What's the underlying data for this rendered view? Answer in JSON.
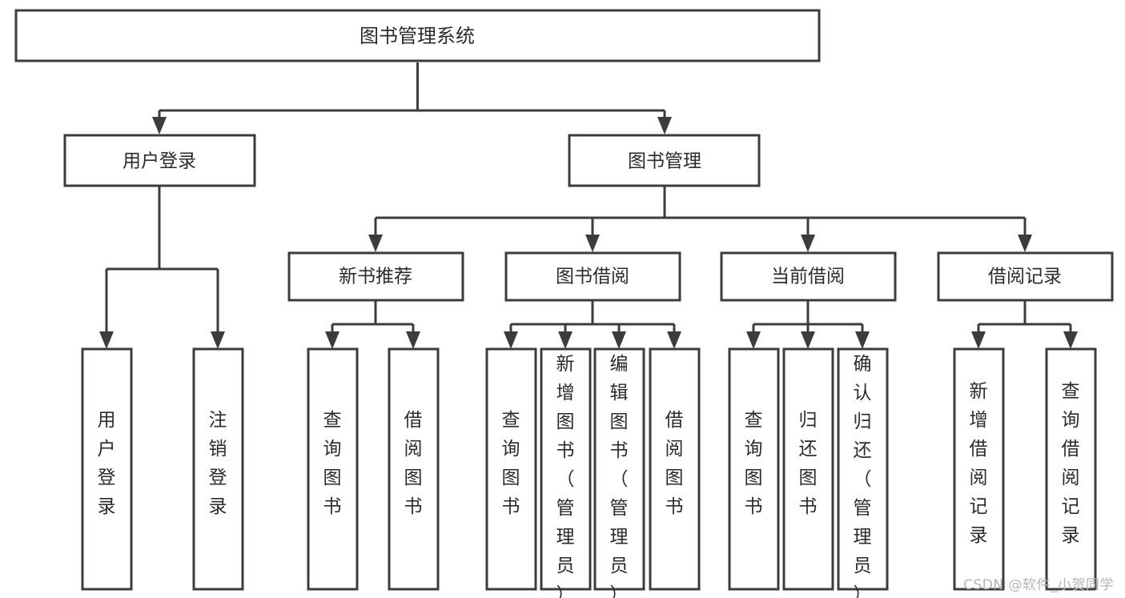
{
  "diagram": {
    "type": "tree",
    "title": "图书管理系统",
    "watermark": "CSDN @软件_小贺同学",
    "colors": {
      "stroke": "#3c3c3c",
      "fill": "#ffffff",
      "text": "#2b2b2b",
      "watermark": "#b4b4b4"
    },
    "tier1": {
      "root": {
        "id": "root",
        "label": "图书管理系统"
      }
    },
    "tier2": [
      {
        "id": "user-login",
        "label": "用户登录"
      },
      {
        "id": "book-manage",
        "label": "图书管理"
      }
    ],
    "tier3": [
      {
        "id": "new-book-rec",
        "label": "新书推荐",
        "parent": "book-manage"
      },
      {
        "id": "book-borrow",
        "label": "图书借阅",
        "parent": "book-manage"
      },
      {
        "id": "current-borrow",
        "label": "当前借阅",
        "parent": "book-manage"
      },
      {
        "id": "borrow-record",
        "label": "借阅记录",
        "parent": "book-manage"
      }
    ],
    "leaves": [
      {
        "id": "leaf-user-login",
        "label": "用户登录",
        "parent": "user-login"
      },
      {
        "id": "leaf-logout",
        "label": "注销登录",
        "parent": "user-login"
      },
      {
        "id": "leaf-query-book-1",
        "label": "查询图书",
        "parent": "new-book-rec"
      },
      {
        "id": "leaf-borrow-book-1",
        "label": "借阅图书",
        "parent": "new-book-rec"
      },
      {
        "id": "leaf-query-book-2",
        "label": "查询图书",
        "parent": "book-borrow"
      },
      {
        "id": "leaf-add-book",
        "label": "新增图书（管理员）",
        "parent": "book-borrow"
      },
      {
        "id": "leaf-edit-book",
        "label": "编辑图书（管理员）",
        "parent": "book-borrow"
      },
      {
        "id": "leaf-borrow-book-2",
        "label": "借阅图书",
        "parent": "book-borrow"
      },
      {
        "id": "leaf-query-book-3",
        "label": "查询图书",
        "parent": "current-borrow"
      },
      {
        "id": "leaf-return-book",
        "label": "归还图书",
        "parent": "current-borrow"
      },
      {
        "id": "leaf-confirm-return",
        "label": "确认归还（管理员）",
        "parent": "current-borrow"
      },
      {
        "id": "leaf-add-record",
        "label": "新增借阅记录",
        "parent": "borrow-record"
      },
      {
        "id": "leaf-query-record",
        "label": "查询借阅记录",
        "parent": "borrow-record"
      }
    ]
  }
}
